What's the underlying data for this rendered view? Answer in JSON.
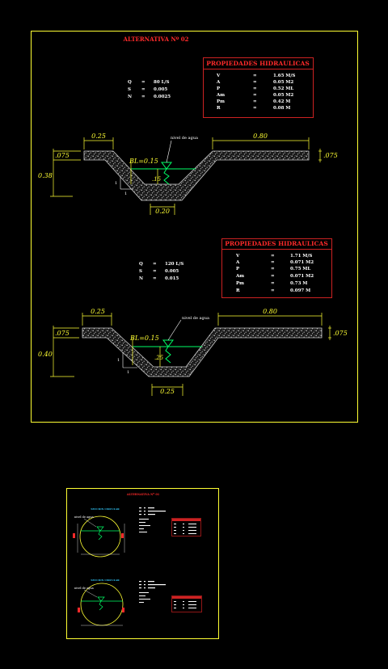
{
  "colors": {
    "frame": "#ffff33",
    "title": "#ff2a2a",
    "table_border": "#cc2222",
    "dimension": "#ffff33",
    "water": "#00ff66",
    "text": "#ffffff",
    "soil": "#a9a9a9",
    "circle": "#ffff33",
    "label_cyan": "#33ccff"
  },
  "sheet": {
    "title": "ALTERNATIVA Nº 02"
  },
  "section1": {
    "table": {
      "title": "PROPIEDADES HIDRAULICAS",
      "rows": [
        {
          "sym": "V",
          "eq": "=",
          "val": "1.65 M/S"
        },
        {
          "sym": "A",
          "eq": "=",
          "val": "0.05 M2"
        },
        {
          "sym": "P",
          "eq": "=",
          "val": "0.52 ML"
        },
        {
          "sym": "Am",
          "eq": "=",
          "val": "0.05 M2"
        },
        {
          "sym": "Pm",
          "eq": "=",
          "val": "0.42 M"
        },
        {
          "sym": "R",
          "eq": "=",
          "val": "0.08 M"
        }
      ]
    },
    "params": [
      {
        "sym": "Q",
        "eq": "=",
        "val": "80 L/S"
      },
      {
        "sym": "S",
        "eq": "=",
        "val": "0.005"
      },
      {
        "sym": "N",
        "eq": "=",
        "val": "0.0025"
      }
    ],
    "dims": {
      "left_top": "0.25",
      "right_top": "0.80",
      "left_edge": ".075",
      "right_edge": ".075",
      "height": "0.38",
      "bl": "BL=0.15",
      "depth": ".15",
      "bottom": "0.20",
      "slope_v": "1",
      "slope_h": "1"
    },
    "water_label": "nivel de agua"
  },
  "section2": {
    "table": {
      "title": "PROPIEDADES HIDRAULICAS",
      "rows": [
        {
          "sym": "V",
          "eq": "=",
          "val": "1.71 M/S"
        },
        {
          "sym": "A",
          "eq": "=",
          "val": "0.071 M2"
        },
        {
          "sym": "P",
          "eq": "=",
          "val": "0.75 ML"
        },
        {
          "sym": "Am",
          "eq": "=",
          "val": "0.071 M2"
        },
        {
          "sym": "Pm",
          "eq": "=",
          "val": "0.73 M"
        },
        {
          "sym": "R",
          "eq": "=",
          "val": "0.097 M"
        }
      ]
    },
    "params": [
      {
        "sym": "Q",
        "eq": "=",
        "val": "120 L/S"
      },
      {
        "sym": "S",
        "eq": "=",
        "val": "0.005"
      },
      {
        "sym": "N",
        "eq": "=",
        "val": "0.015"
      }
    ],
    "dims": {
      "left_top": "0.25",
      "right_top": "0.80",
      "left_edge": ".075",
      "right_edge": ".075",
      "height": "0.40",
      "bl": "BL=0.15",
      "depth": ".25",
      "bottom": "0.25",
      "slope_v": "1",
      "slope_h": "1"
    },
    "water_label": "nivel de agua"
  },
  "thumbnail": {
    "title": "ALTERNATIVA Nº 01",
    "section_a_label": "SECCION CIRCULAR",
    "section_b_label": "SECCION CIRCULAR",
    "water_a": "nivel de agua",
    "water_b": "nivel de agua"
  }
}
